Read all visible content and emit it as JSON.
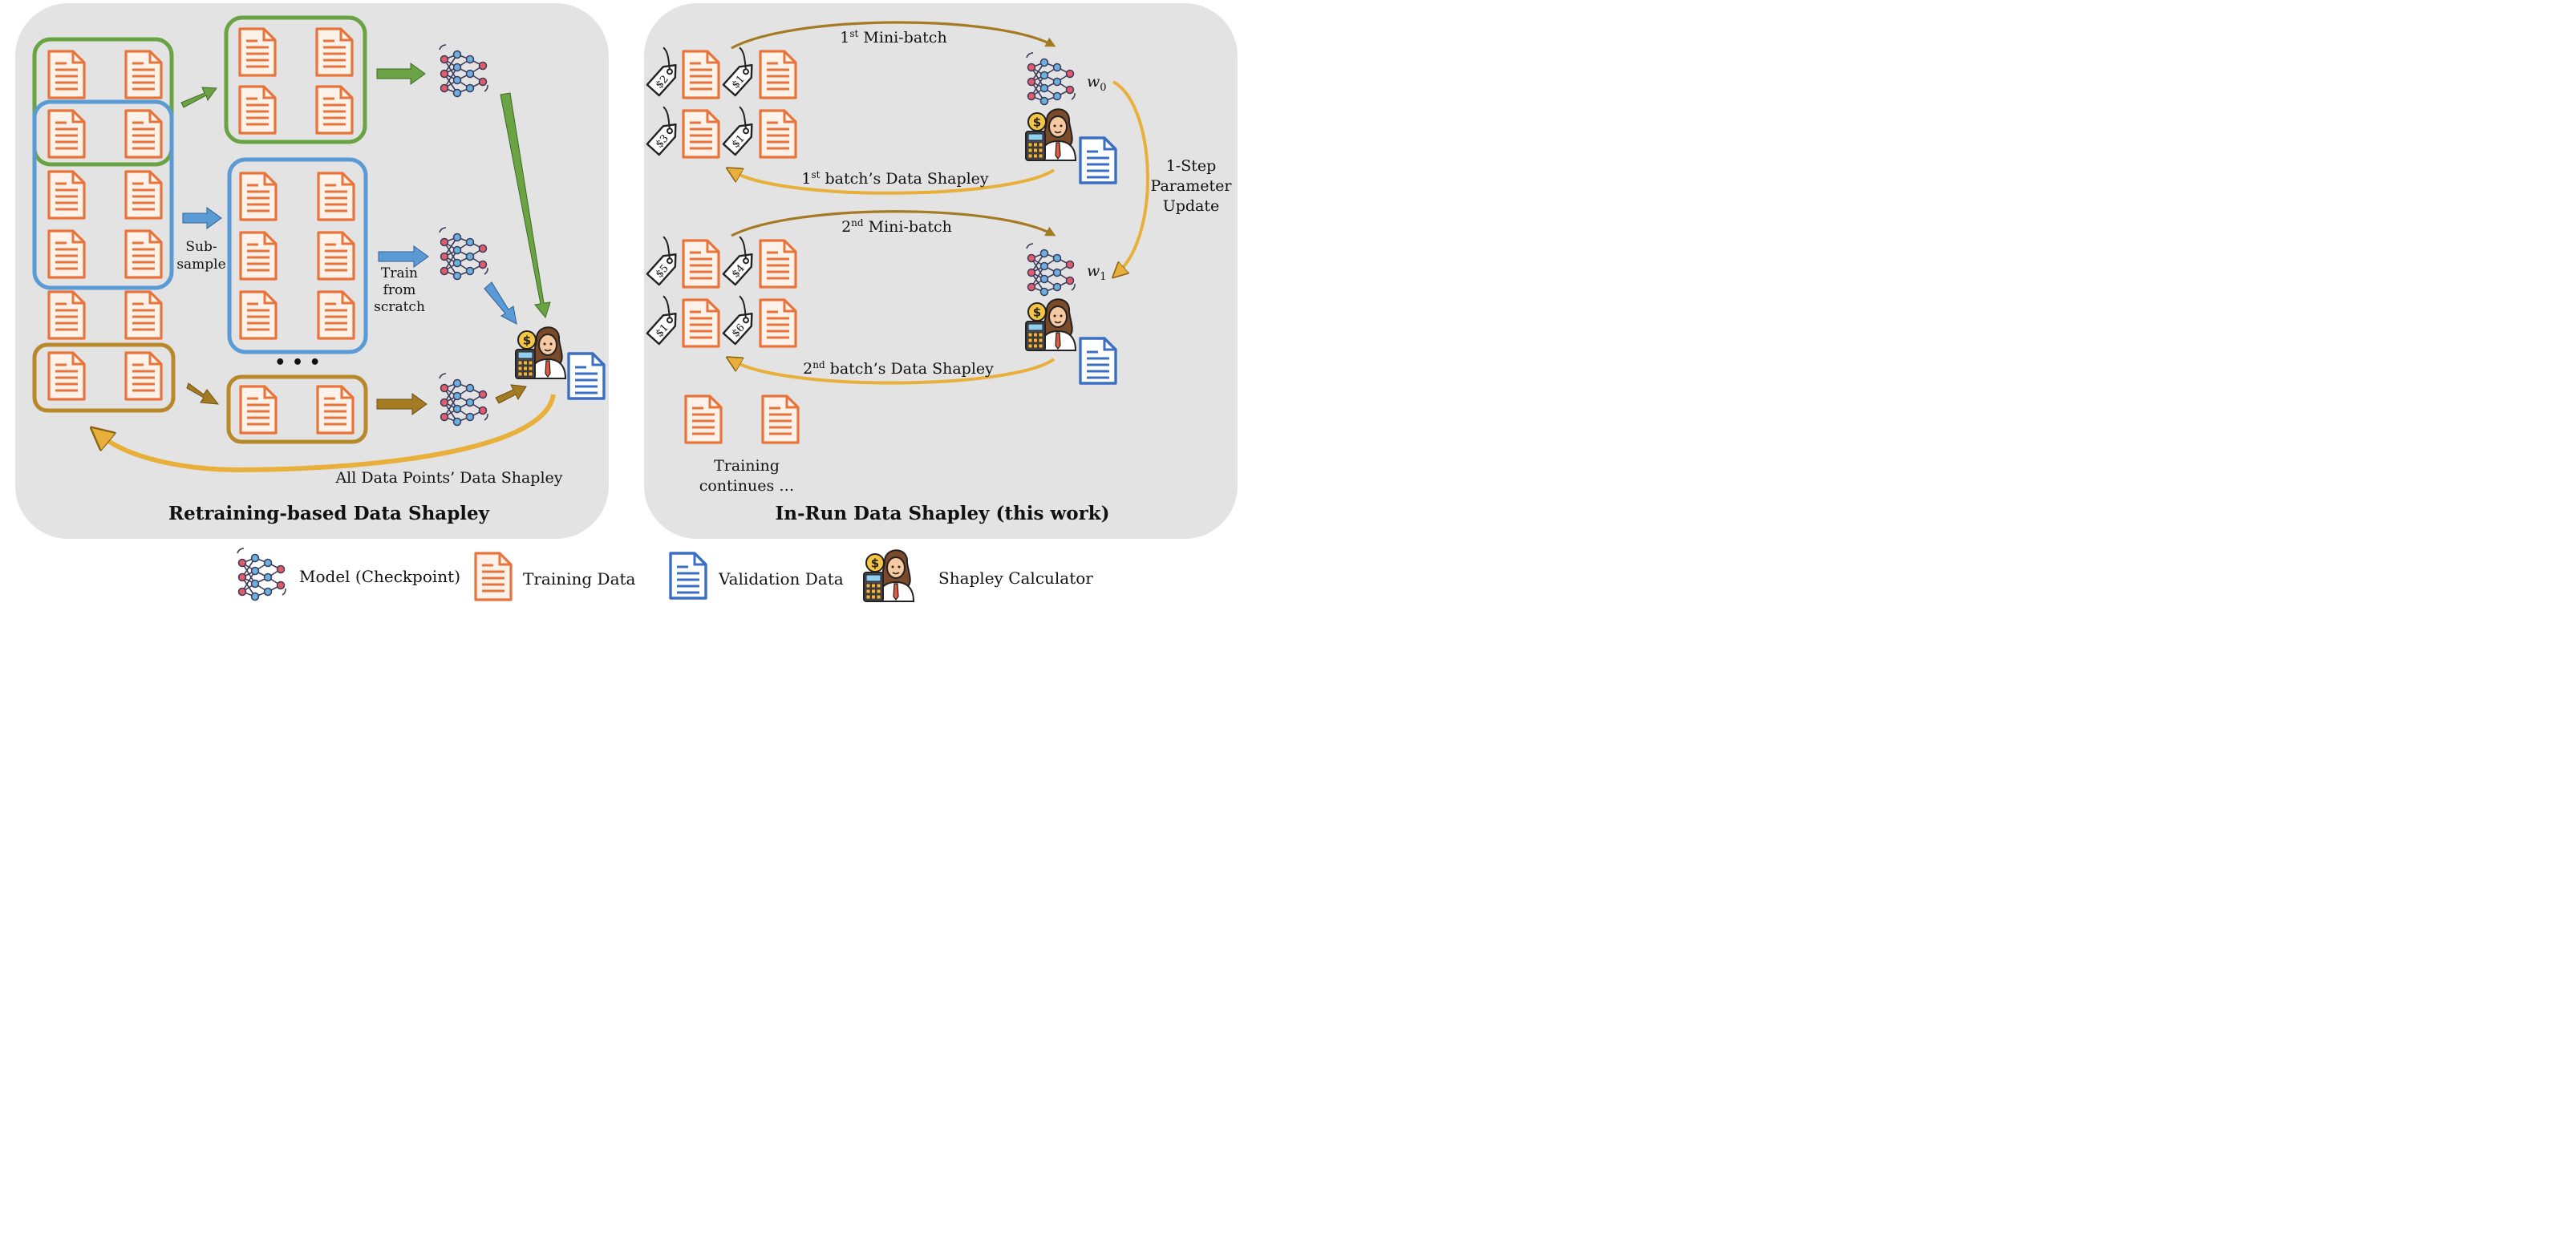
{
  "left_panel": {
    "title": "Retraining-based Data Shapley",
    "subsample_label": [
      "Sub-",
      "sample"
    ],
    "train_label": [
      "Train",
      "from",
      "scratch"
    ],
    "ellipsis": "• • •",
    "feedback_label": "All Data Points’ Data Shapley"
  },
  "right_panel": {
    "title": "In-Run Data Shapley (this work)",
    "batch1": {
      "ordinal": "1",
      "suffix": "st",
      "label": " Mini-batch"
    },
    "batch1_shapley": {
      "ordinal": "1",
      "suffix": "st",
      "label": " batch’s Data Shapley"
    },
    "batch2": {
      "ordinal": "2",
      "suffix": "nd",
      "label": " Mini-batch"
    },
    "batch2_shapley": {
      "ordinal": "2",
      "suffix": "nd",
      "label": " batch’s Data Shapley"
    },
    "weight0": {
      "base": "w",
      "sub": "0"
    },
    "weight1": {
      "base": "w",
      "sub": "1"
    },
    "update_label": [
      "1-Step",
      "Parameter",
      "Update"
    ],
    "continues_label": [
      "Training",
      "continues …"
    ],
    "price_tags_batch1": [
      "$2",
      "$1",
      "$3",
      "$1"
    ],
    "price_tags_batch2": [
      "$5",
      "$4",
      "$1",
      "$6"
    ]
  },
  "legend": [
    {
      "icon": "model-icon",
      "label": "Model (Checkpoint)"
    },
    {
      "icon": "training-doc-icon",
      "label": "Training Data"
    },
    {
      "icon": "validation-doc-icon",
      "label": "Validation Data"
    },
    {
      "icon": "calculator-person-icon",
      "label": "Shapley Calculator"
    }
  ],
  "colors": {
    "panel_bg": "#e3e3e3",
    "training_doc": "#e8743b",
    "validation_doc": "#3a6fc4",
    "green": "#6aa343",
    "blue": "#5b9bd5",
    "brown": "#b8892a",
    "gold": "#e8b03a"
  }
}
